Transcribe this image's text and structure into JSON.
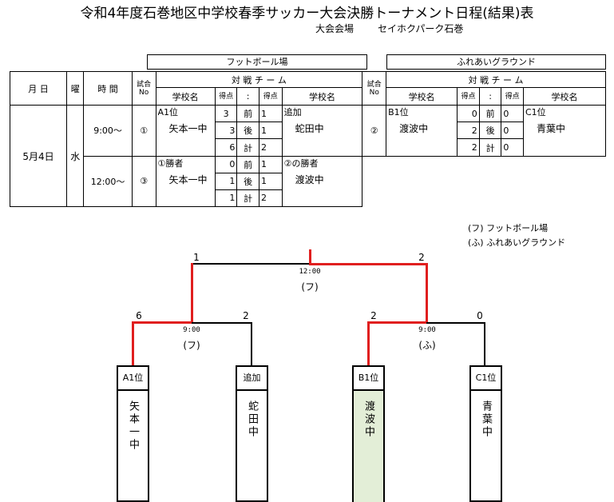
{
  "title": "令和4年度石巻地区中学校春季サッカー大会決勝トーナメント日程(結果)表",
  "venue_line": {
    "label": "大会会場",
    "name": "セイホクパーク石巻"
  },
  "schedule": {
    "venue1": "フットボール場",
    "venue2": "ふれあいグラウンド",
    "headers": {
      "date": "月 日",
      "day": "曜",
      "time": "時 間",
      "match_no": "試合No",
      "teams": "対 戦 チ ー ム",
      "school": "学校名",
      "score": "得点",
      "colon": ":"
    },
    "date": "5月4日",
    "day": "水",
    "rows": [
      {
        "time": "9:00～",
        "no1": "①",
        "left_team": "矢本一中",
        "left_seed": "A1位",
        "right_team": "蛇田中",
        "right_seed": "追加",
        "halves": [
          {
            "l": "3",
            "m": "前",
            "r": "1"
          },
          {
            "l": "3",
            "m": "後",
            "r": "1"
          },
          {
            "l": "6",
            "m": "計",
            "r": "2"
          }
        ],
        "no2": "②",
        "left_team2": "渡波中",
        "left_seed2": "B1位",
        "right_team2": "青葉中",
        "right_seed2": "C1位",
        "halves2": [
          {
            "l": "0",
            "m": "前",
            "r": "0"
          },
          {
            "l": "2",
            "m": "後",
            "r": "0"
          },
          {
            "l": "2",
            "m": "計",
            "r": "0"
          }
        ]
      },
      {
        "time": "12:00～",
        "no1": "③",
        "left_team": "矢本一中",
        "left_seed": "①勝者",
        "right_team": "渡波中",
        "right_seed": "②の勝者",
        "halves": [
          {
            "l": "0",
            "m": "前",
            "r": "1"
          },
          {
            "l": "1",
            "m": "後",
            "r": "1"
          },
          {
            "l": "1",
            "m": "計",
            "r": "2"
          }
        ]
      }
    ]
  },
  "legend": [
    "(フ) フットボール場",
    "(ふ) ふれあいグラウンド"
  ],
  "bracket": {
    "final": {
      "time": "12:00",
      "venue": "(フ)",
      "left_score": "1",
      "right_score": "2"
    },
    "semi1": {
      "time": "9:00",
      "venue": "(フ)",
      "left_score": "6",
      "right_score": "2"
    },
    "semi2": {
      "time": "9:00",
      "venue": "(ふ)",
      "left_score": "2",
      "right_score": "0"
    },
    "teams": [
      {
        "seed": "A1位",
        "name": "矢本一中"
      },
      {
        "seed": "追加",
        "name": "蛇田中"
      },
      {
        "seed": "B1位",
        "name": "渡波中"
      },
      {
        "seed": "C1位",
        "name": "青葉中"
      }
    ],
    "colors": {
      "win_line": "#e01f1f",
      "line": "#000000",
      "champion_fill": "#e3eed7"
    }
  }
}
